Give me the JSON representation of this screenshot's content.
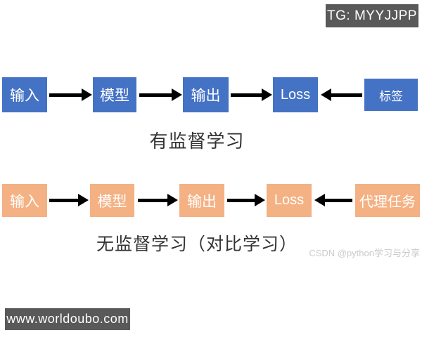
{
  "badges": {
    "top_right": "TG: MYYJJPP",
    "bottom_left": "www.worldoubo.com"
  },
  "watermark": "CSDN @python学习与分享",
  "colors": {
    "supervised_box": "#4472c4",
    "unsupervised_box": "#f4b183",
    "badge_bg": "#595959",
    "arrow": "#000000"
  },
  "diagram": {
    "supervised": {
      "caption": "有监督学习",
      "boxes": [
        "输入",
        "模型",
        "输出",
        "Loss",
        "标签"
      ],
      "arrow_directions": [
        "right",
        "right",
        "right",
        "left"
      ]
    },
    "unsupervised": {
      "caption": "无监督学习（对比学习）",
      "boxes": [
        "输入",
        "模型",
        "输出",
        "Loss",
        "代理任务"
      ],
      "arrow_directions": [
        "right",
        "right",
        "right",
        "left"
      ]
    }
  }
}
